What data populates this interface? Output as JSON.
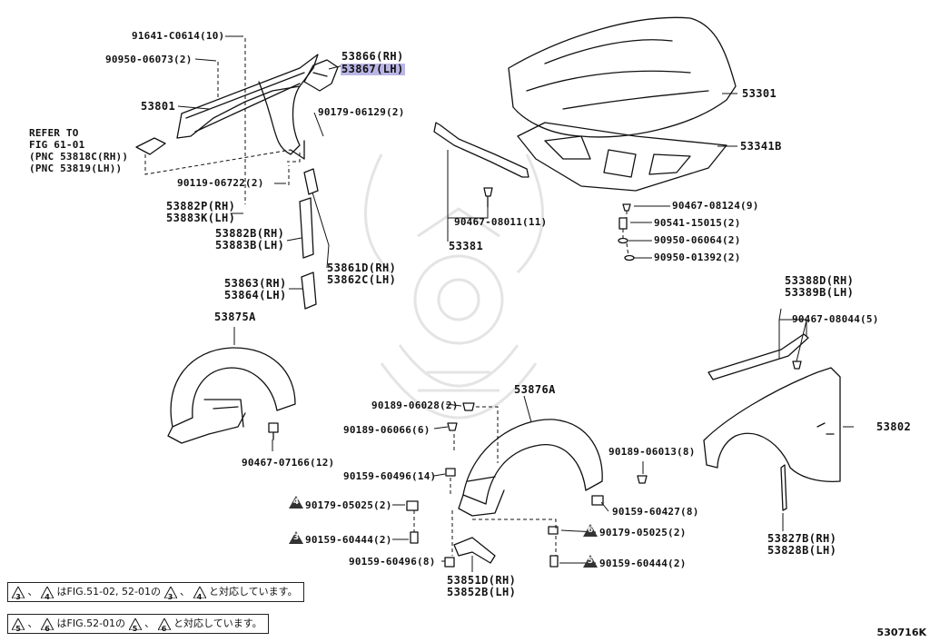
{
  "labels": {
    "p91641": "91641-C0614(10)",
    "p90950_06073": "90950-06073(2)",
    "p53866": "53866(RH)",
    "p53867": "53867(LH)",
    "p53801": "53801",
    "p90179_06129": "90179-06129(2)",
    "refer1": "REFER TO",
    "refer2": "FIG 61-01",
    "refer3": "(PNC 53818C(RH))",
    "refer4": "(PNC 53819(LH))",
    "p90119": "90119-06722(2)",
    "p53882P": "53882P(RH)",
    "p53883K": "53883K(LH)",
    "p53882B": "53882B(RH)",
    "p53883B": "53883B(LH)",
    "p53861D": "53861D(RH)",
    "p53862C": "53862C(LH)",
    "p53863": "53863(RH)",
    "p53864": "53864(LH)",
    "p53875A": "53875A",
    "p90467_07166": "90467-07166(12)",
    "p53301": "53301",
    "p53341B": "53341B",
    "p90467_08124": "90467-08124(9)",
    "p90541": "90541-15015(2)",
    "p90950_06064": "90950-06064(2)",
    "p90950_01392": "90950-01392(2)",
    "p90467_08011": "90467-08011(11)",
    "p53381": "53381",
    "p53388D": "53388D(RH)",
    "p53389B": "53389B(LH)",
    "p90467_08044": "90467-08044(5)",
    "p53802": "53802",
    "p53827B": "53827B(RH)",
    "p53828B": "53828B(LH)",
    "p53876A": "53876A",
    "p90189_06028": "90189-06028(2)",
    "p90189_06066": "90189-06066(6)",
    "p90159_60496_14": "90159-60496(14)",
    "p90179_05025_a": "90179-05025(2)",
    "p90159_60444_a": "90159-60444(2)",
    "p90159_60496_8": "90159-60496(8)",
    "p53851D": "53851D(RH)",
    "p53852B": "53852B(LH)",
    "p90189_06013": "90189-06013(8)",
    "p90159_60427": "90159-60427(8)",
    "p90179_05025_b": "90179-05025(2)",
    "p90159_60444_b": "90159-60444(2)"
  },
  "triangles": {
    "t90179a": "4",
    "t90159a": "3",
    "t90179b": "6",
    "t90159b": "5"
  },
  "notes": {
    "note1_a": "3",
    "note1_b": "4",
    "note1_text1": "はFIG.51-02, 52-01の",
    "note1_c": "3",
    "note1_d": "4",
    "note1_text2": "と対応しています。",
    "note2_a": "5",
    "note2_b": "6",
    "note2_text1": "はFIG.52-01の",
    "note2_c": "5",
    "note2_d": "6",
    "note2_text2": "と対応しています。"
  },
  "figure_code": "530716K",
  "colors": {
    "highlight": "#b9b6e6",
    "ink": "#111111",
    "watermark": "#e6e6e6"
  }
}
